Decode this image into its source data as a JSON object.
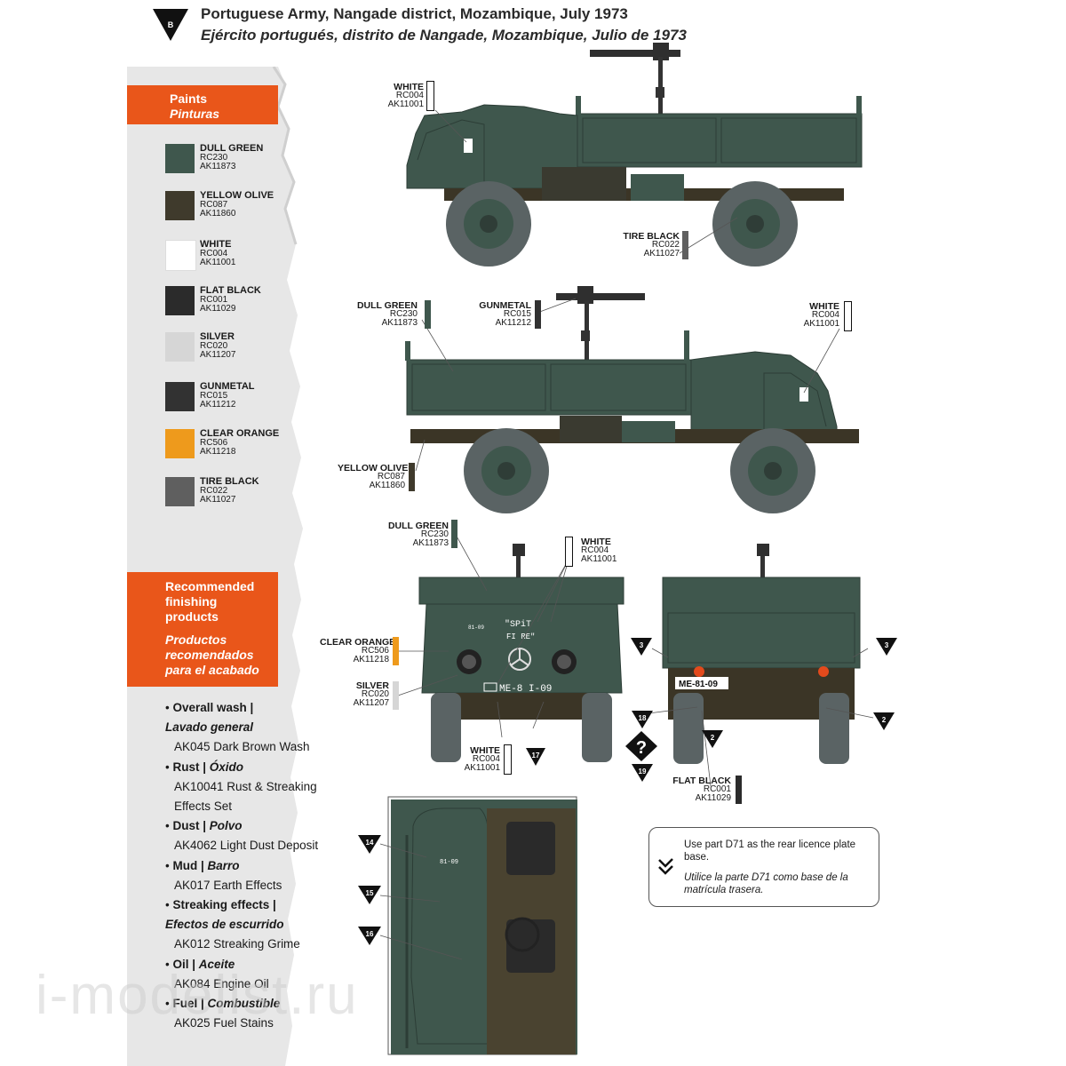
{
  "header": {
    "badge": "B",
    "title_en": "Portuguese Army, Nangade district, Mozambique, July 1973",
    "title_es": "Ejército portugués, distrito de Nangade, Mozambique, Julio de 1973"
  },
  "paints": {
    "title": "Paints",
    "title_es": "Pinturas",
    "items": [
      {
        "name": "DULL GREEN",
        "code1": "RC230",
        "code2": "AK11873",
        "color": "#3f574d"
      },
      {
        "name": "YELLOW OLIVE",
        "code1": "RC087",
        "code2": "AK11860",
        "color": "#3f3a2c"
      },
      {
        "name": "WHITE",
        "code1": "RC004",
        "code2": "AK11001",
        "color": "#ffffff"
      },
      {
        "name": "FLAT BLACK",
        "code1": "RC001",
        "code2": "AK11029",
        "color": "#2b2b2b"
      },
      {
        "name": "SILVER",
        "code1": "RC020",
        "code2": "AK11207",
        "color": "#d6d6d6"
      },
      {
        "name": "GUNMETAL",
        "code1": "RC015",
        "code2": "AK11212",
        "color": "#323232"
      },
      {
        "name": "CLEAR ORANGE",
        "code1": "RC506",
        "code2": "AK11218",
        "color": "#ee9a1c"
      },
      {
        "name": "TIRE BLACK",
        "code1": "RC022",
        "code2": "AK11027",
        "color": "#5f5f5f"
      }
    ]
  },
  "finishing": {
    "title_en": [
      "Recommended",
      "finishing",
      "products"
    ],
    "title_es": [
      "Productos",
      "recomendados",
      "para el acabado"
    ],
    "lines": [
      {
        "kind": "head",
        "en": "Overall wash |",
        "es": ""
      },
      {
        "kind": "es",
        "text": "Lavado general"
      },
      {
        "kind": "sub",
        "text": "AK045 Dark Brown Wash"
      },
      {
        "kind": "head",
        "en": "Rust | ",
        "es": "Óxido"
      },
      {
        "kind": "sub",
        "text": "AK10041 Rust & Streaking"
      },
      {
        "kind": "sub",
        "text": "Effects Set"
      },
      {
        "kind": "head",
        "en": "Dust | ",
        "es": "Polvo"
      },
      {
        "kind": "sub",
        "text": "AK4062 Light Dust Deposit"
      },
      {
        "kind": "head",
        "en": "Mud | ",
        "es": "Barro"
      },
      {
        "kind": "sub",
        "text": "AK017 Earth Effects"
      },
      {
        "kind": "head",
        "en": "Streaking effects |",
        "es": ""
      },
      {
        "kind": "es",
        "text": "Efectos de escurrido"
      },
      {
        "kind": "sub",
        "text": "AK012 Streaking Grime"
      },
      {
        "kind": "head",
        "en": "Oil | ",
        "es": "Aceite"
      },
      {
        "kind": "sub",
        "text": "AK084 Engine Oil"
      },
      {
        "kind": "head",
        "en": "Fuel | ",
        "es": "Combustible"
      },
      {
        "kind": "sub",
        "text": "AK025 Fuel Stains"
      }
    ]
  },
  "callouts": {
    "v1_white": {
      "name": "WHITE",
      "code1": "RC004",
      "code2": "AK11001"
    },
    "v1_tire": {
      "name": "TIRE BLACK",
      "code1": "RC022",
      "code2": "AK11027"
    },
    "v2_green": {
      "name": "DULL GREEN",
      "code1": "RC230",
      "code2": "AK11873"
    },
    "v2_gunmetal": {
      "name": "GUNMETAL",
      "code1": "RC015",
      "code2": "AK11212"
    },
    "v2_white": {
      "name": "WHITE",
      "code1": "RC004",
      "code2": "AK11001"
    },
    "v2_olive": {
      "name": "YELLOW OLIVE",
      "code1": "RC087",
      "code2": "AK11860"
    },
    "v3_green": {
      "name": "DULL GREEN",
      "code1": "RC230",
      "code2": "AK11873"
    },
    "v3_white": {
      "name": "WHITE",
      "code1": "RC004",
      "code2": "AK11001"
    },
    "v3_orange": {
      "name": "CLEAR ORANGE",
      "code1": "RC506",
      "code2": "AK11218"
    },
    "v3_silver": {
      "name": "SILVER",
      "code1": "RC020",
      "code2": "AK11207"
    },
    "v3_white2": {
      "name": "WHITE",
      "code1": "RC004",
      "code2": "AK11001"
    },
    "v4_black": {
      "name": "FLAT BLACK",
      "code1": "RC001",
      "code2": "AK11029"
    }
  },
  "markers": {
    "m17": "17",
    "m18": "18",
    "m19": "19",
    "m3a": "3",
    "m3b": "3",
    "m2a": "2",
    "m2b": "2",
    "m14": "14",
    "m15": "15",
    "m16": "16",
    "question": "?"
  },
  "vehicle_text": {
    "front_plate": "ME-8 I-09",
    "rear_plate": "ME-81-09",
    "nose_art_1": "\"SPiT",
    "nose_art_2": "FI RE\"",
    "small_no": "81-09"
  },
  "note": {
    "en": "Use part D71 as the rear licence plate base.",
    "es": "Utilice la parte D71 como base de la matrícula trasera."
  },
  "watermark": "i-modelist.ru",
  "colors": {
    "accent": "#e9561a",
    "truck": "#3f574d",
    "chassis": "#3b3526",
    "tire": "#5a6364"
  }
}
